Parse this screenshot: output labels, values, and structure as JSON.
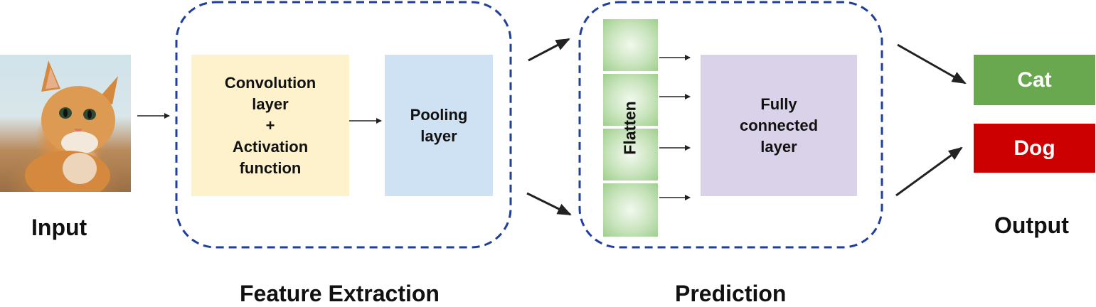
{
  "input": {
    "label": "Input"
  },
  "feature_extraction": {
    "title": "Feature Extraction",
    "conv_box": "Convolution\nlayer\n+\nActivation\nfunction",
    "pooling_box": "Pooling\nlayer"
  },
  "prediction": {
    "title": "Prediction",
    "flatten": "Flatten",
    "fc_box": "Fully\nconnected\nlayer"
  },
  "output": {
    "label": "Output",
    "classes": [
      "Cat",
      "Dog"
    ]
  },
  "colors": {
    "group_border": "#1f3f9a",
    "conv_fill": "#fef2cc",
    "pooling_fill": "#cfe2f3",
    "flatten_fill": "#b6d7a8",
    "fc_fill": "#d9d2e9",
    "cat_fill": "#6aa84f",
    "dog_fill": "#cc0000"
  }
}
